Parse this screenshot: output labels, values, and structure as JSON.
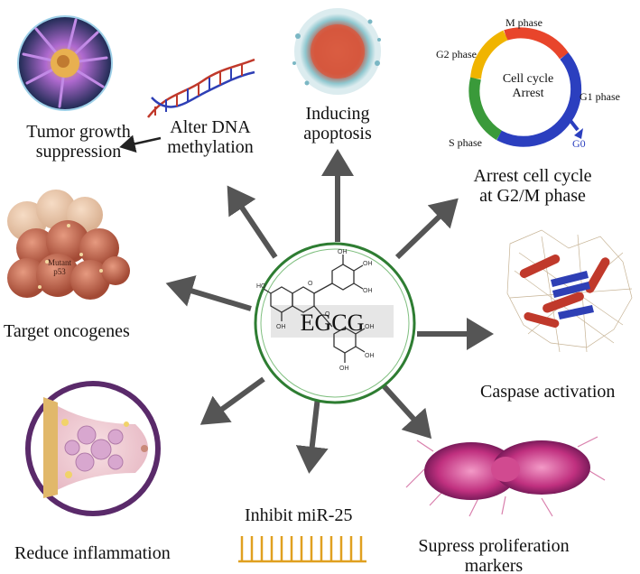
{
  "center": {
    "label": "EGCG"
  },
  "effects": {
    "tumor": {
      "line1": "Tumor growth",
      "line2": "suppression"
    },
    "dna": {
      "line1": "Alter DNA",
      "line2": "methylation"
    },
    "apoptosis": {
      "line1": "Inducing",
      "line2": "apoptosis"
    },
    "arrest": {
      "line1": "Arrest cell cycle",
      "line2": "at G2/M phase"
    },
    "oncogenes": {
      "label": "Target oncogenes",
      "cell_text_1": "Mutant",
      "cell_text_2": "p53"
    },
    "caspase": {
      "label": "Caspase activation"
    },
    "inflammation": {
      "label": "Reduce inflammation"
    },
    "mir": {
      "label": "Inhibit miR-25"
    },
    "proliferation": {
      "line1": "Supress proliferation",
      "line2": "markers"
    }
  },
  "cell_cycle": {
    "center_line1": "Cell cycle",
    "center_line2": "Arrest",
    "phases": {
      "m": "M phase",
      "g2": "G2 phase",
      "g1": "G1 phase",
      "s": "S phase",
      "g0": "G0"
    },
    "colors": {
      "m": "#e8452b",
      "g2": "#f0b400",
      "s": "#3a9a3a",
      "g1": "#2b3fbf",
      "g0": "#2b3fbf"
    }
  },
  "colors": {
    "arrow": "#555555",
    "circle_border": "#2e7d32",
    "helix_red": "#c0392b",
    "helix_blue": "#2e3fb5",
    "mir_bars": "#e0a020"
  }
}
